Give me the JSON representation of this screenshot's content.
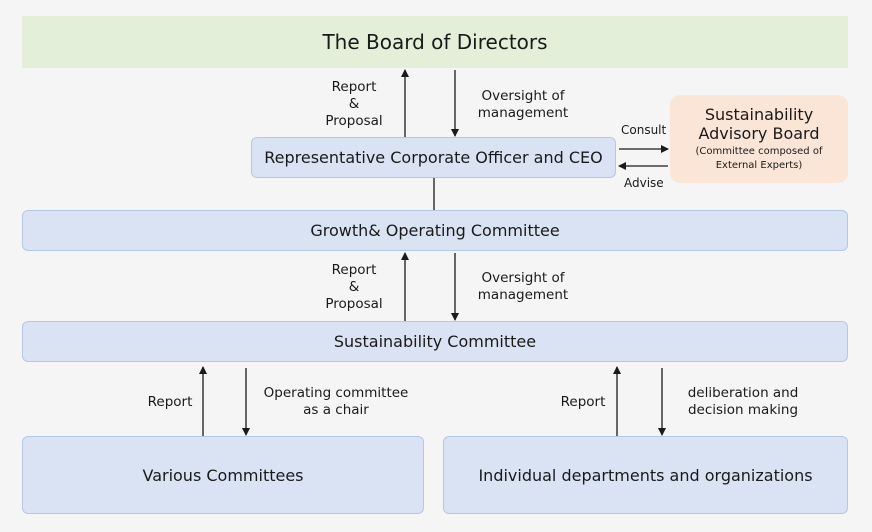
{
  "board": {
    "title": "The Board of Directors"
  },
  "ceo": {
    "title": "Representative Corporate Officer and CEO"
  },
  "advisory": {
    "title_line1": "Sustainability",
    "title_line2": "Advisory Board",
    "subtitle_line1": "(Committee composed of",
    "subtitle_line2": "External Experts)",
    "consult_label": "Consult",
    "advise_label": "Advise"
  },
  "growth": {
    "title": "Growth& Operating Committee"
  },
  "sustainability": {
    "title": "Sustainability Committee"
  },
  "various": {
    "title": "Various Committees"
  },
  "departments": {
    "title": "Individual departments and organizations"
  },
  "links": {
    "report_proposal": [
      "Report",
      "&",
      "Proposal"
    ],
    "oversight": [
      "Oversight of",
      "management"
    ],
    "report": "Report",
    "operating_chair": [
      "Operating committee",
      "as a chair"
    ],
    "deliberation": [
      "deliberation and",
      "decision making"
    ]
  }
}
